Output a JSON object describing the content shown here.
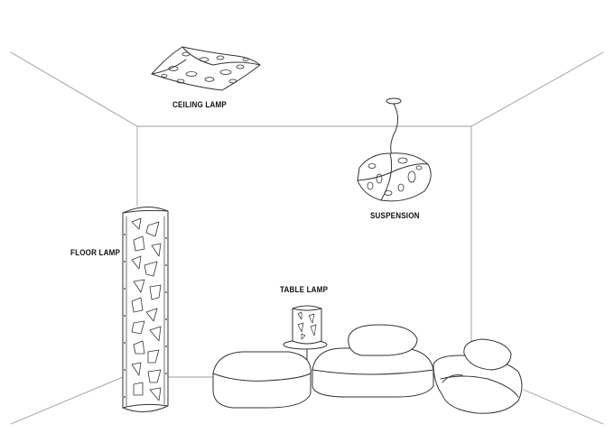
{
  "labels": {
    "ceiling_lamp": "CEILING LAMP",
    "suspension": "SUSPENSION",
    "floor_lamp": "FLOOR LAMP",
    "table_lamp": "TABLE LAMP"
  },
  "colors": {
    "line": "#333333",
    "background": "#ffffff",
    "text": "#111111"
  }
}
